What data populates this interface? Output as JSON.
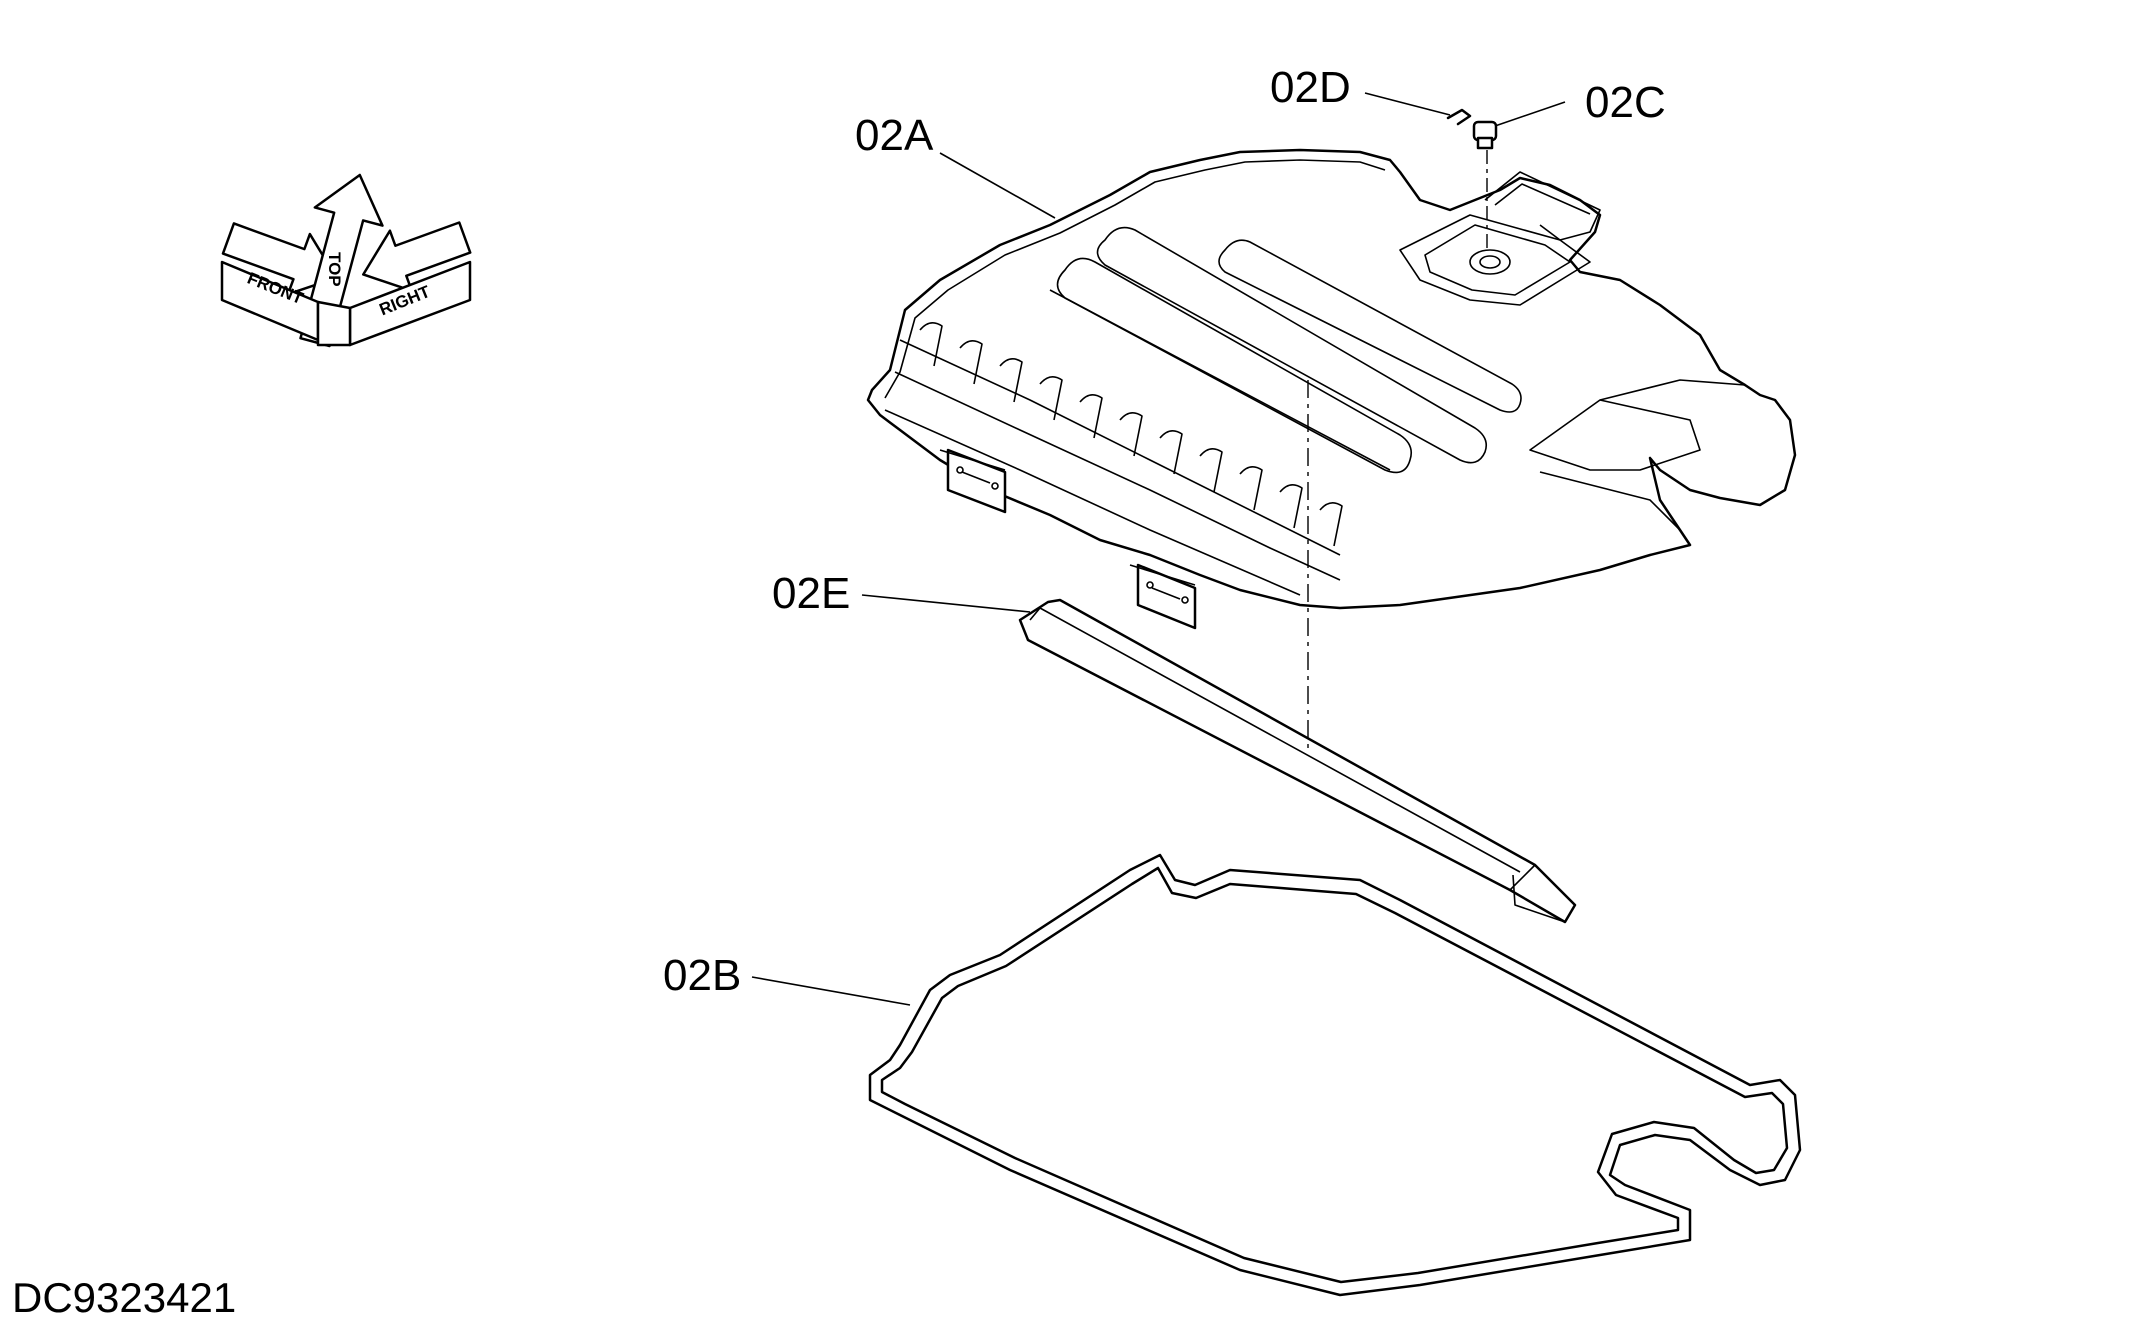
{
  "drawing": {
    "document_number": "DC9323421",
    "orientation": {
      "front": "FRONT",
      "top": "TOP",
      "right": "RIGHT"
    },
    "callouts": [
      {
        "id": "02A",
        "label": "02A"
      },
      {
        "id": "02B",
        "label": "02B"
      },
      {
        "id": "02C",
        "label": "02C"
      },
      {
        "id": "02D",
        "label": "02D"
      },
      {
        "id": "02E",
        "label": "02E"
      }
    ]
  }
}
